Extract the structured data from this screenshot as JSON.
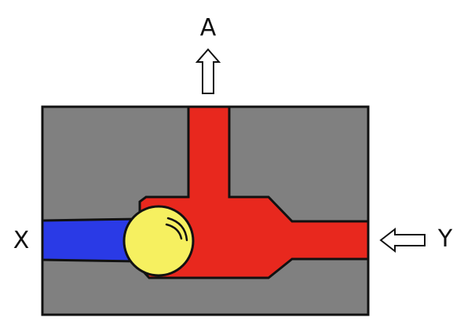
{
  "ports": {
    "a_label": "A",
    "x_label": "X",
    "y_label": "Y"
  },
  "colors": {
    "housing": "#808080",
    "outline": "#111111",
    "channel_y_to_a": "#e8281e",
    "channel_x": "#2a3ae6",
    "ball": "#f6f060",
    "background": "#ffffff"
  },
  "flow": {
    "inlet": "Y",
    "outlet": "A",
    "blocked": "X"
  }
}
